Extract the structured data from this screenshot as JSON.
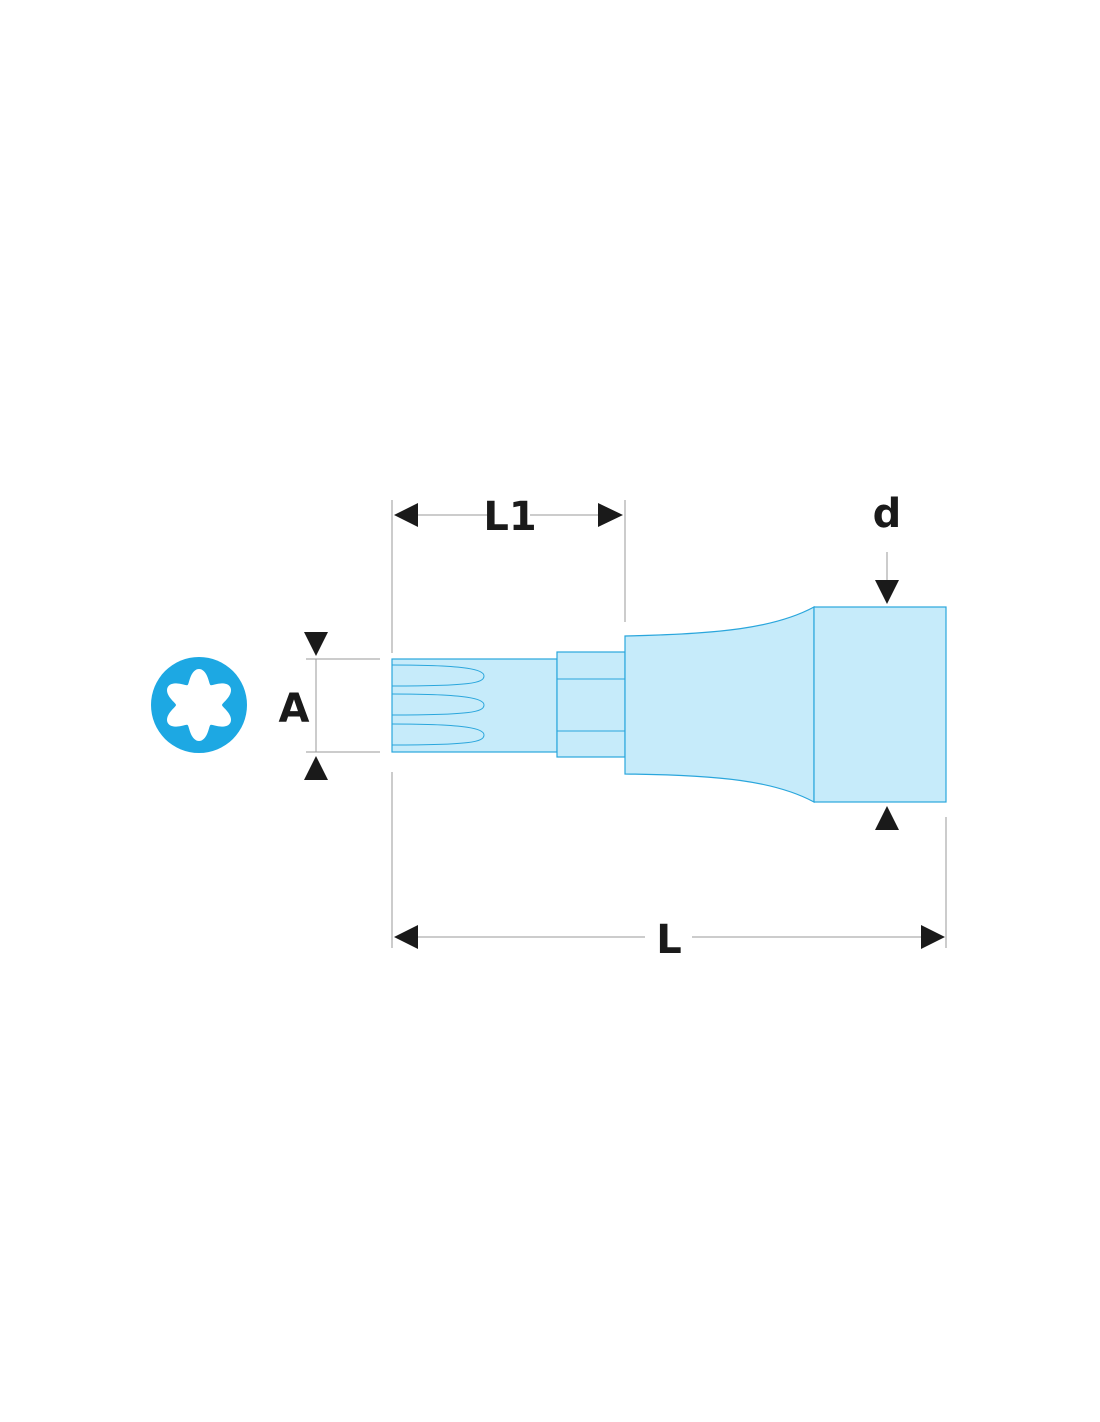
{
  "labels": {
    "l1": "L1",
    "d": "d",
    "a": "A",
    "l": "L"
  },
  "colors": {
    "tool_fill": "#c6ebfa",
    "tool_outline": "#2aa6dc",
    "torx_badge": "#1da8e3",
    "dimension_arrows": "#1a1a1a",
    "extension_lines": "#9a9a9a"
  },
  "icons": {
    "profile": "torx-profile-icon"
  }
}
